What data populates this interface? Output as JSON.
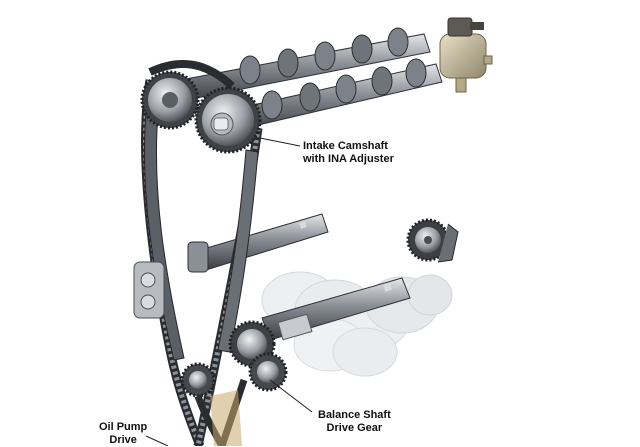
{
  "labels": {
    "intake_camshaft": {
      "line1": "Intake Camshaft",
      "line2": "with INA Adjuster"
    },
    "balance_shaft": {
      "line1": "Balance Shaft",
      "line2": "Drive Gear"
    },
    "oil_pump": {
      "line1": "Oil Pump",
      "line2": "Drive"
    }
  },
  "colors": {
    "background": "#ffffff",
    "metal_dark": "#3a3d42",
    "metal_mid": "#7d8189",
    "metal_light": "#c9ccd1",
    "ghost_crank": "#e6e8eb",
    "pump_body": "#b7ad90",
    "leader_line": "#222222"
  }
}
